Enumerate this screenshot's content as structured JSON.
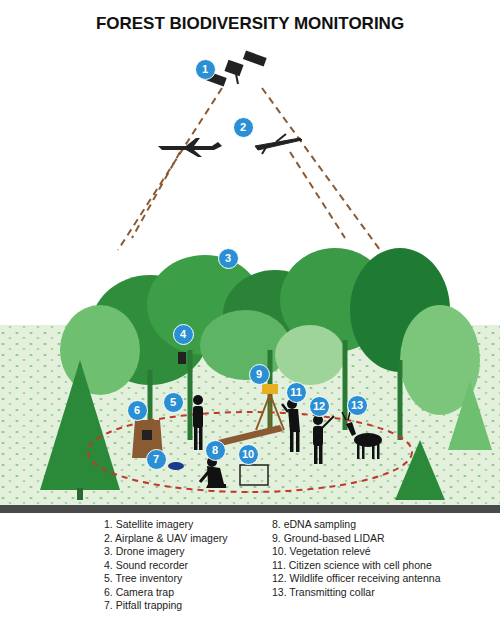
{
  "diagram": {
    "title": "FOREST BIODIVERSITY MONITORING",
    "nodes": [
      {
        "text": [
          "1"
        ]
      },
      {
        "text": [
          "2"
        ]
      },
      {
        "text": [
          "3"
        ]
      },
      {
        "text": [
          "4"
        ]
      },
      {
        "text": [
          "5"
        ]
      },
      {
        "text": [
          "6"
        ]
      },
      {
        "text": [
          "7"
        ]
      },
      {
        "text": [
          "8"
        ]
      },
      {
        "text": [
          "9"
        ]
      },
      {
        "text": [
          "10"
        ]
      },
      {
        "text": [
          "11"
        ]
      },
      {
        "text": [
          "12"
        ]
      },
      {
        "text": [
          "13"
        ]
      }
    ],
    "edges": [],
    "labels": [
      "1. Satellite imagery",
      "2. Airplane & UAV imagery",
      "3. Drone imagery",
      "4. Sound recorder",
      "5. Tree inventory",
      "6. Camera trap",
      "7. Pitfall trapping",
      "8. eDNA sampling",
      "9. Ground-based LIDAR",
      "10. Vegetation relevé",
      "11. Citizen science with cell phone",
      "12. Wildlife officer receiving antenna",
      "13. Transmitting collar"
    ]
  }
}
